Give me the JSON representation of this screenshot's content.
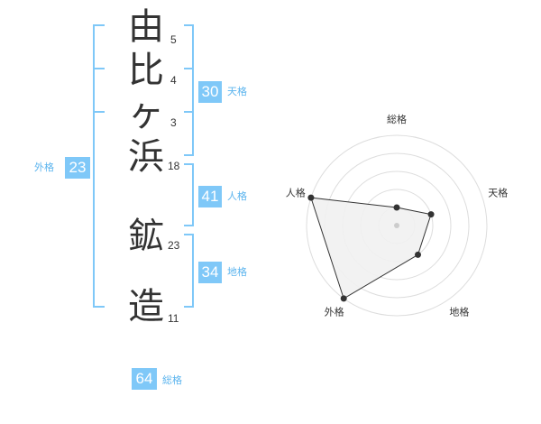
{
  "name": {
    "characters": [
      {
        "char": "由",
        "strokes": "5"
      },
      {
        "char": "比",
        "strokes": "4"
      },
      {
        "char": "ヶ",
        "strokes": "3"
      },
      {
        "char": "浜",
        "strokes": "18"
      },
      {
        "char": "鉱",
        "strokes": "23"
      },
      {
        "char": "造",
        "strokes": "11"
      }
    ]
  },
  "kakusu": {
    "tenkaku": {
      "value": "30",
      "label": "天格"
    },
    "jinkaku": {
      "value": "41",
      "label": "人格"
    },
    "chikaku": {
      "value": "34",
      "label": "地格"
    },
    "gaikaku": {
      "value": "23",
      "label": "外格"
    },
    "soukaku": {
      "value": "64",
      "label": "総格"
    }
  },
  "colors": {
    "badge": "#7fc8f8",
    "bracket": "#7fc8f8",
    "label": "#5bb4ee",
    "radar_fill": "#f1f1f1"
  },
  "chart_data": {
    "type": "radar",
    "axes": [
      "総格",
      "天格",
      "地格",
      "外格",
      "人格"
    ],
    "levels": 5,
    "values": [
      1,
      2,
      2,
      5,
      5
    ]
  }
}
